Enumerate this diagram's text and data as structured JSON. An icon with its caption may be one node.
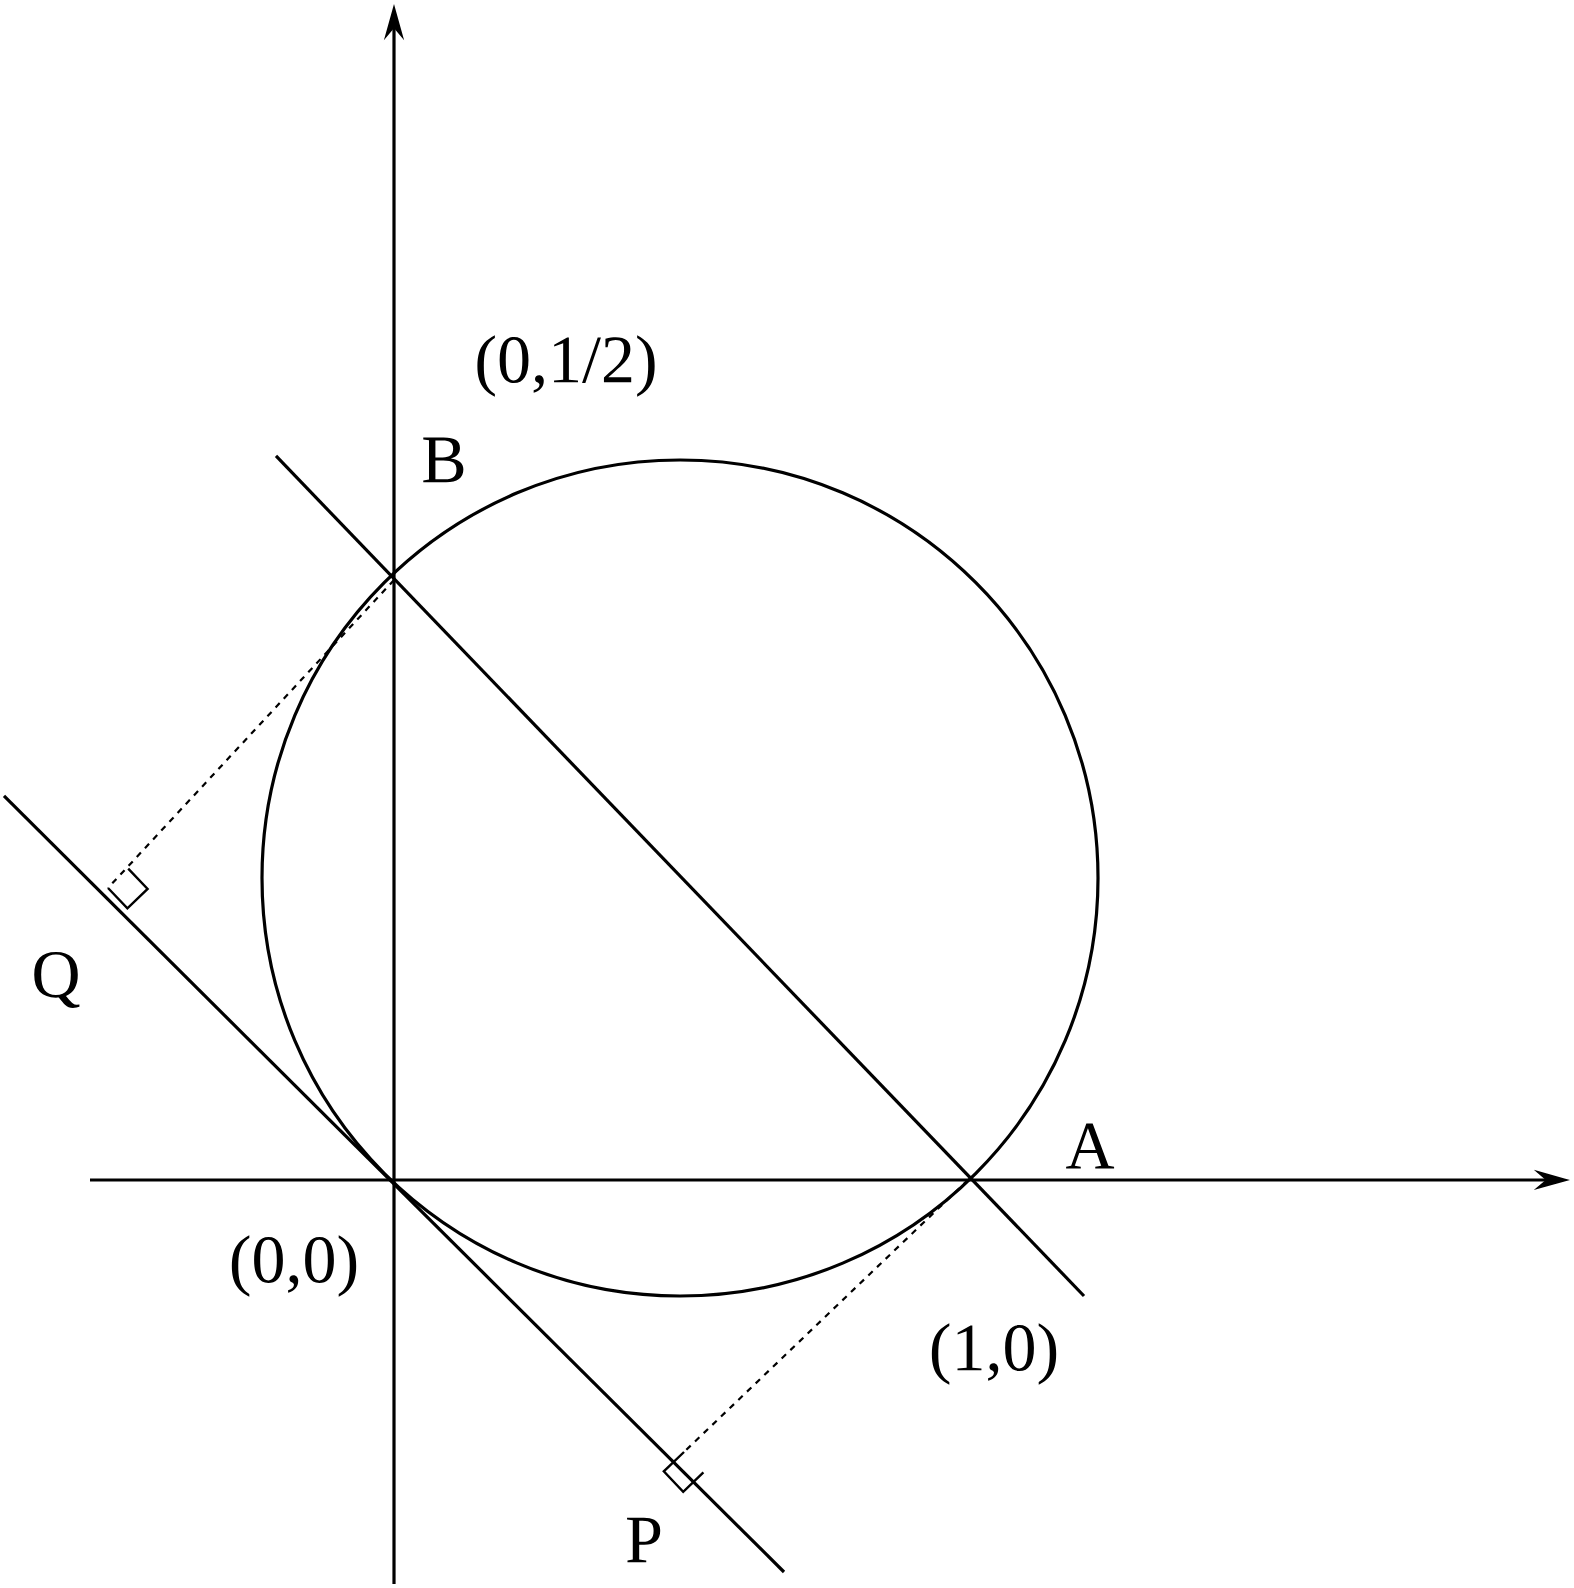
{
  "diagram": {
    "labels": [
      "(0,1/2)",
      "B",
      "Q",
      "A",
      "(0,0)",
      "(1,0)",
      "P"
    ]
  }
}
